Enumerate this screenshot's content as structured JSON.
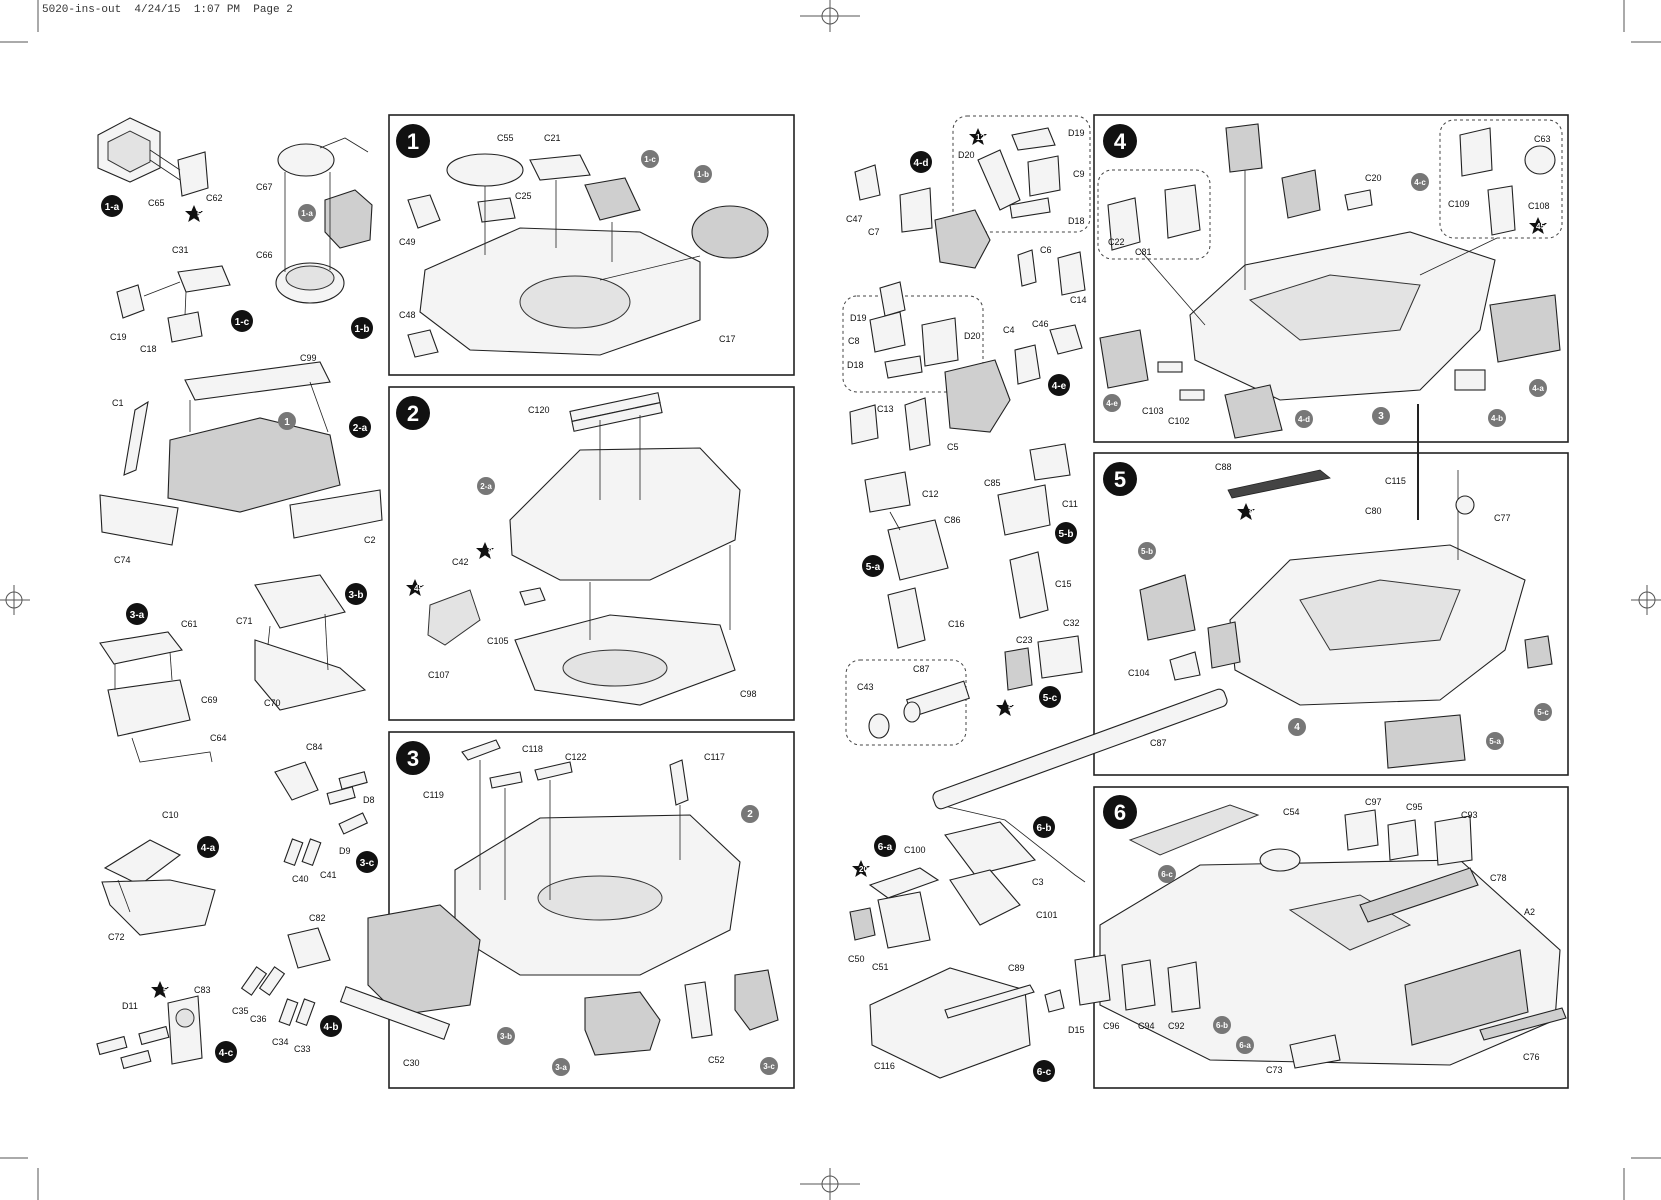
{
  "header": {
    "text": "5020-ins-out  4/24/15  1:07 PM  Page 2"
  },
  "steps": [
    {
      "num": "1"
    },
    {
      "num": "2"
    },
    {
      "num": "3"
    },
    {
      "num": "4"
    },
    {
      "num": "5"
    },
    {
      "num": "6"
    }
  ],
  "subassembly_tags": {
    "1a": "1-a",
    "1b": "1-b",
    "1c": "1-c",
    "2a": "2-a",
    "3a": "3-a",
    "3b": "3-b",
    "3c": "3-c",
    "4a": "4-a",
    "4b": "4-b",
    "4c": "4-c",
    "4d": "4-d",
    "4e": "4-e",
    "5a": "5-a",
    "5b": "5-b",
    "5c": "5-c",
    "6a": "6-a",
    "6b": "6-b",
    "6c": "6-c",
    "ref1": "1",
    "ref2": "2",
    "ref3": "3",
    "ref4": "4"
  },
  "qty_badges": [
    "5",
    "8",
    "45",
    "5",
    "12",
    "45",
    "8",
    "5",
    "20"
  ],
  "part_labels": {
    "c65": "C65",
    "c62": "C62",
    "c67": "C67",
    "c66": "C66",
    "c31": "C31",
    "c19": "C19",
    "c18": "C18",
    "c99": "C99",
    "c1": "C1",
    "c74": "C74",
    "c2": "C2",
    "c61": "C61",
    "c69": "C69",
    "c64": "C64",
    "c71": "C71",
    "c70": "C70",
    "c84": "C84",
    "d8": "D8",
    "d9": "D9",
    "c40": "C40",
    "c41": "C41",
    "c10": "C10",
    "c72": "C72",
    "c82": "C82",
    "c35": "C35",
    "c36": "C36",
    "c34": "C34",
    "c33": "C33",
    "d11": "D11",
    "c83": "C83",
    "c55": "C55",
    "c21": "C21",
    "c25": "C25",
    "c49": "C49",
    "c48": "C48",
    "c17": "C17",
    "c120": "C120",
    "c42": "C42",
    "c105": "C105",
    "c107": "C107",
    "c98": "C98",
    "c118": "C118",
    "c122": "C122",
    "c117": "C117",
    "c119": "C119",
    "c30": "C30",
    "c52": "C52",
    "c47": "C47",
    "c7": "C7",
    "d19a": "D19",
    "d20a": "D20",
    "c9": "C9",
    "d18a": "D18",
    "c6": "C6",
    "c14": "C14",
    "d19b": "D19",
    "c8": "C8",
    "d18b": "D18",
    "d20b": "D20",
    "c4": "C4",
    "c46": "C46",
    "c13": "C13",
    "c5": "C5",
    "c12": "C12",
    "c86": "C86",
    "c16": "C16",
    "c85": "C85",
    "c11": "C11",
    "c15": "C15",
    "c23": "C23",
    "c32": "C32",
    "c43": "C43",
    "c87a": "C87",
    "c100": "C100",
    "c50": "C50",
    "c51": "C51",
    "c3": "C3",
    "c101": "C101",
    "c89": "C89",
    "d15": "D15",
    "c116": "C116",
    "c22": "C22",
    "c81": "C81",
    "c20": "C20",
    "c63": "C63",
    "c109": "C109",
    "c108": "C108",
    "c103": "C103",
    "c102": "C102",
    "c88": "C88",
    "c115": "C115",
    "c77": "C77",
    "c80": "C80",
    "c104": "C104",
    "c87b": "C87",
    "c54": "C54",
    "c97": "C97",
    "c95": "C95",
    "c93": "C93",
    "c78": "C78",
    "a2": "A2",
    "c96": "C96",
    "c94": "C94",
    "c92": "C92",
    "c73": "C73",
    "c76": "C76"
  }
}
